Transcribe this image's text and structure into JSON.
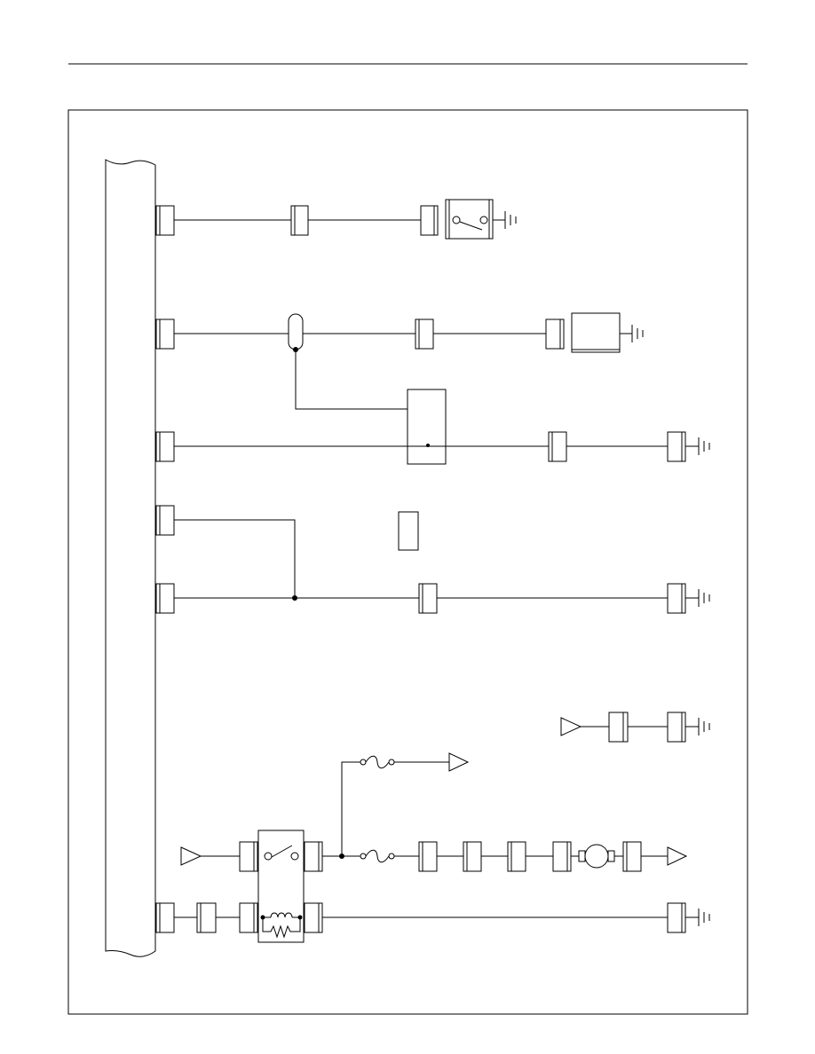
{
  "document": {
    "title": "",
    "page_number": ""
  },
  "diagram": {
    "kind": "wiring-schematic",
    "labels": [],
    "colors": {
      "line": "#000000",
      "background": "#ffffff"
    },
    "symbols": [
      "control-unit",
      "connector",
      "switch",
      "ground",
      "splice",
      "fuse",
      "relay",
      "motor",
      "power-source-arrow",
      "junction"
    ]
  }
}
